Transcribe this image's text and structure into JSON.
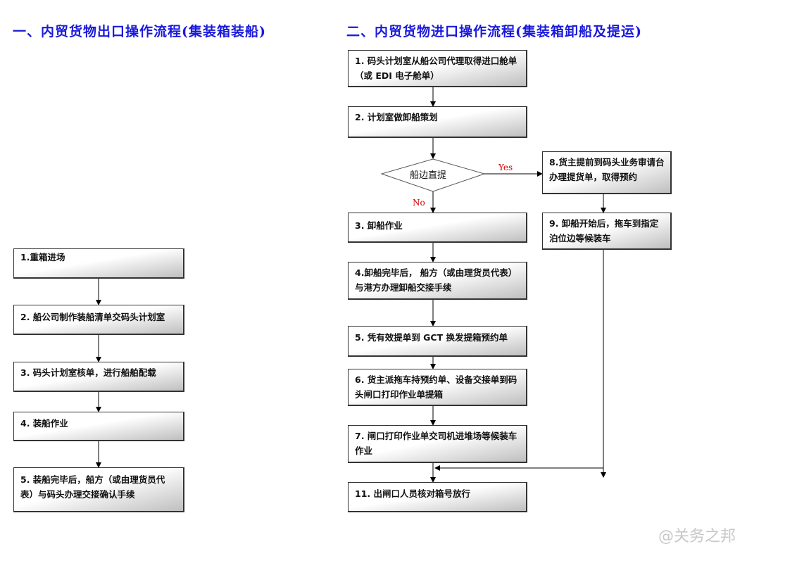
{
  "left": {
    "title": "一、内贸货物出口操作流程(集装箱装船)",
    "steps": [
      "1.重箱进场",
      "2. 船公司制作装船清单交码头计划室",
      "3. 码头计划室核单，进行船舶配载",
      "4.    装船作业",
      "5. 装船完毕后，船方（或由理货员代表）与码头办理交接确认手续"
    ]
  },
  "right": {
    "title": "二、内贸货物进口操作流程(集装箱卸船及提运)",
    "steps": {
      "s1": "1.   码头计划室从船公司代理取得进口舱单（或 EDI 电子舱单）",
      "s2": "2.   计划室做卸船策划",
      "s3": "3.    卸船作业",
      "s4": "4.卸船完毕后，  船方（或由理货员代表）与港方办理卸船交接手续",
      "s5": "5. 凭有效提单到 GCT 换发提箱预约单",
      "s6": "6. 货主派拖车持预约单、设备交接单到码头闸口打印作业单提箱",
      "s7": "7. 闸口打印作业单交司机进堆场等候装车作业",
      "s8": "8.货主提前到码头业务审请台办理提货单，取得预约",
      "s9": "9. 卸船开始后，拖车到指定泊位边等候装车",
      "s11": "11. 出闸口人员核对箱号放行"
    },
    "decision": "船边直提",
    "yes": "Yes",
    "no": "No"
  },
  "watermark": "@关务之邦"
}
